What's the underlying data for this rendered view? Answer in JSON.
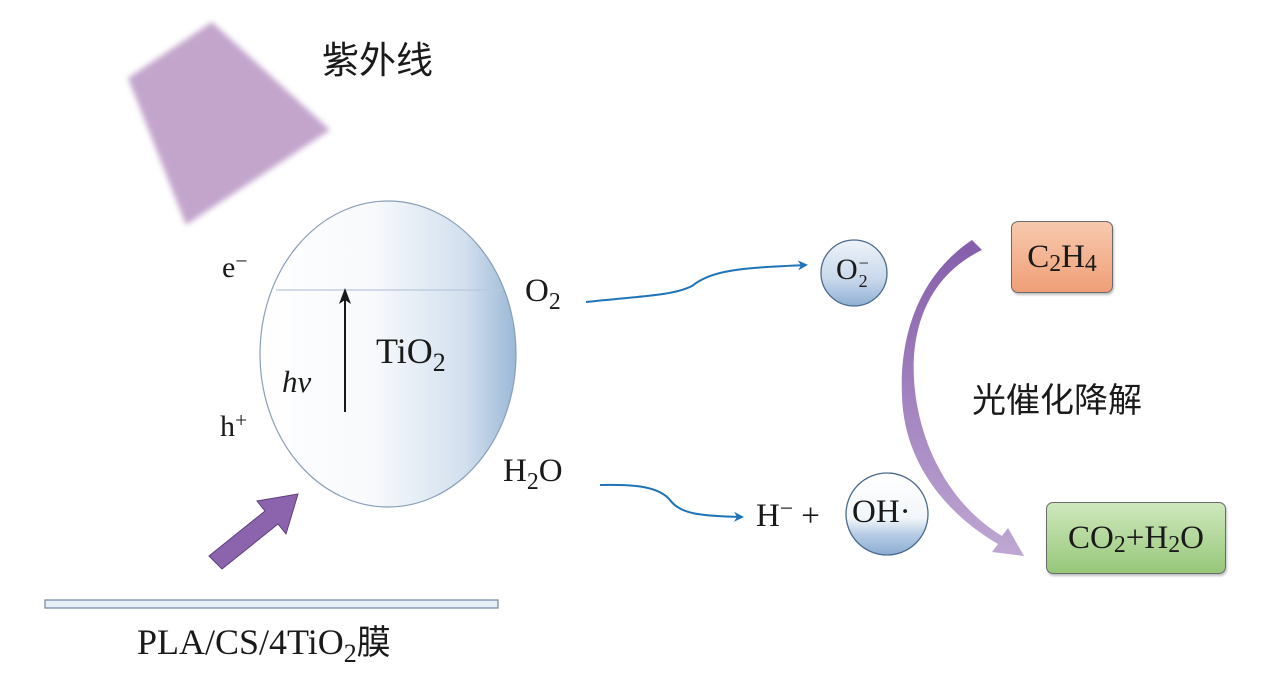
{
  "uv_label": "紫外线",
  "electron": {
    "base": "e",
    "sup": "−"
  },
  "hole": {
    "base": "h",
    "sup": "+"
  },
  "photon": "hv",
  "catalyst": {
    "base": "TiO",
    "sub": "2"
  },
  "oxygen": {
    "base": "O",
    "sub": "2"
  },
  "water": {
    "base1": "H",
    "sub": "2",
    "base2": "O"
  },
  "superoxide": {
    "base": "O",
    "sup": "−",
    "sub": "2"
  },
  "hydrogen_ion": {
    "base": "H",
    "sup": "−",
    "plus": "+"
  },
  "hydroxyl": "OH·",
  "ethylene": {
    "c": "C",
    "c_sub": "2",
    "h": "H",
    "h_sub": "4"
  },
  "process_label": "光催化降解",
  "products": {
    "p1": "CO",
    "p1_sub": "2",
    "plus": "+H",
    "p2_sub": "2",
    "p2": "O"
  },
  "film": {
    "prefix": "PLA/CS/4TiO",
    "sub": "2",
    "suffix": "膜"
  },
  "colors": {
    "uv": "#c3a5cc",
    "purple_arrow": "#8c64ad",
    "blue_arrow": "#1f73b7",
    "ethylene_box": "#f2b494",
    "product_box": "#a9d18e",
    "sphere_edge": "#9fb8d4"
  }
}
